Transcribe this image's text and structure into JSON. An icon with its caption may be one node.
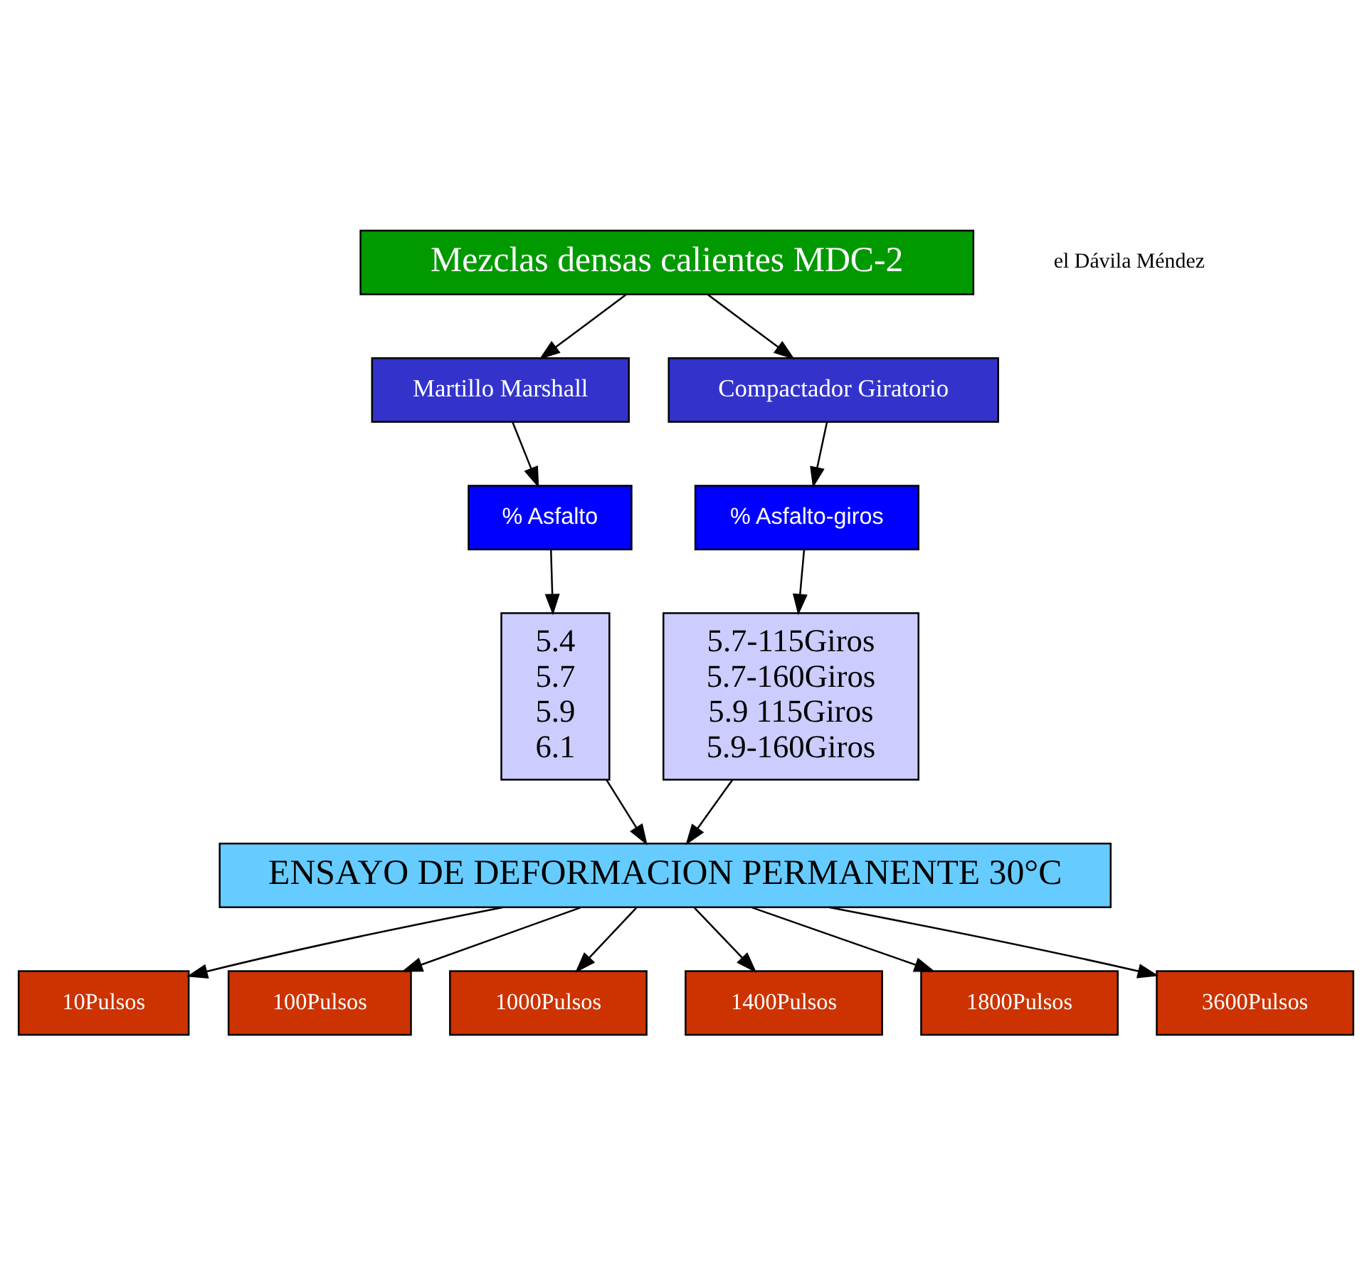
{
  "diagram": {
    "nodes": [
      {
        "text": [
          "Mezclas densas calientes MDC-2"
        ]
      },
      {
        "text": [
          "Martillo Marshall"
        ]
      },
      {
        "text": [
          "Compactador Giratorio"
        ]
      },
      {
        "text": [
          "% Asfalto"
        ]
      },
      {
        "text": [
          "5.4",
          "5.7",
          "5.9",
          "6.1"
        ]
      },
      {
        "text": [
          "5.7-115Giros",
          "5.7-160Giros",
          "5.9 115Giros",
          "5.9-160Giros"
        ]
      },
      {
        "text": [
          "% Asfalto-giros"
        ]
      },
      {
        "text": [
          "ENSAYO DE DEFORMACION PERMANENTE 30°C"
        ]
      },
      {
        "text": [
          "10Pulsos"
        ]
      },
      {
        "text": [
          "100Pulsos"
        ]
      },
      {
        "text": [
          "1000Pulsos"
        ]
      },
      {
        "text": [
          "1400Pulsos"
        ]
      },
      {
        "text": [
          "1800Pulsos"
        ]
      },
      {
        "text": [
          "3600Pulsos"
        ]
      }
    ],
    "edges": [
      {
        "from": 0,
        "to": 1,
        "arrow": "to"
      },
      {
        "from": 0,
        "to": 2,
        "arrow": "to"
      },
      {
        "from": 1,
        "to": 3,
        "arrow": "to"
      },
      {
        "from": 3,
        "to": 4,
        "arrow": "to"
      },
      {
        "from": 2,
        "to": 6,
        "arrow": "to"
      },
      {
        "from": 6,
        "to": 5,
        "arrow": "to"
      },
      {
        "from": 4,
        "to": 7,
        "arrow": "to"
      },
      {
        "from": 5,
        "to": 7,
        "arrow": "to"
      },
      {
        "from": 7,
        "to": 8,
        "arrow": "to"
      },
      {
        "from": 7,
        "to": 9,
        "arrow": "to"
      },
      {
        "from": 7,
        "to": 10,
        "arrow": "to"
      },
      {
        "from": 7,
        "to": 11,
        "arrow": "to"
      },
      {
        "from": 7,
        "to": 12,
        "arrow": "to"
      },
      {
        "from": 7,
        "to": 13,
        "arrow": "to"
      }
    ],
    "labels": [
      "el Dávila Méndez"
    ]
  }
}
